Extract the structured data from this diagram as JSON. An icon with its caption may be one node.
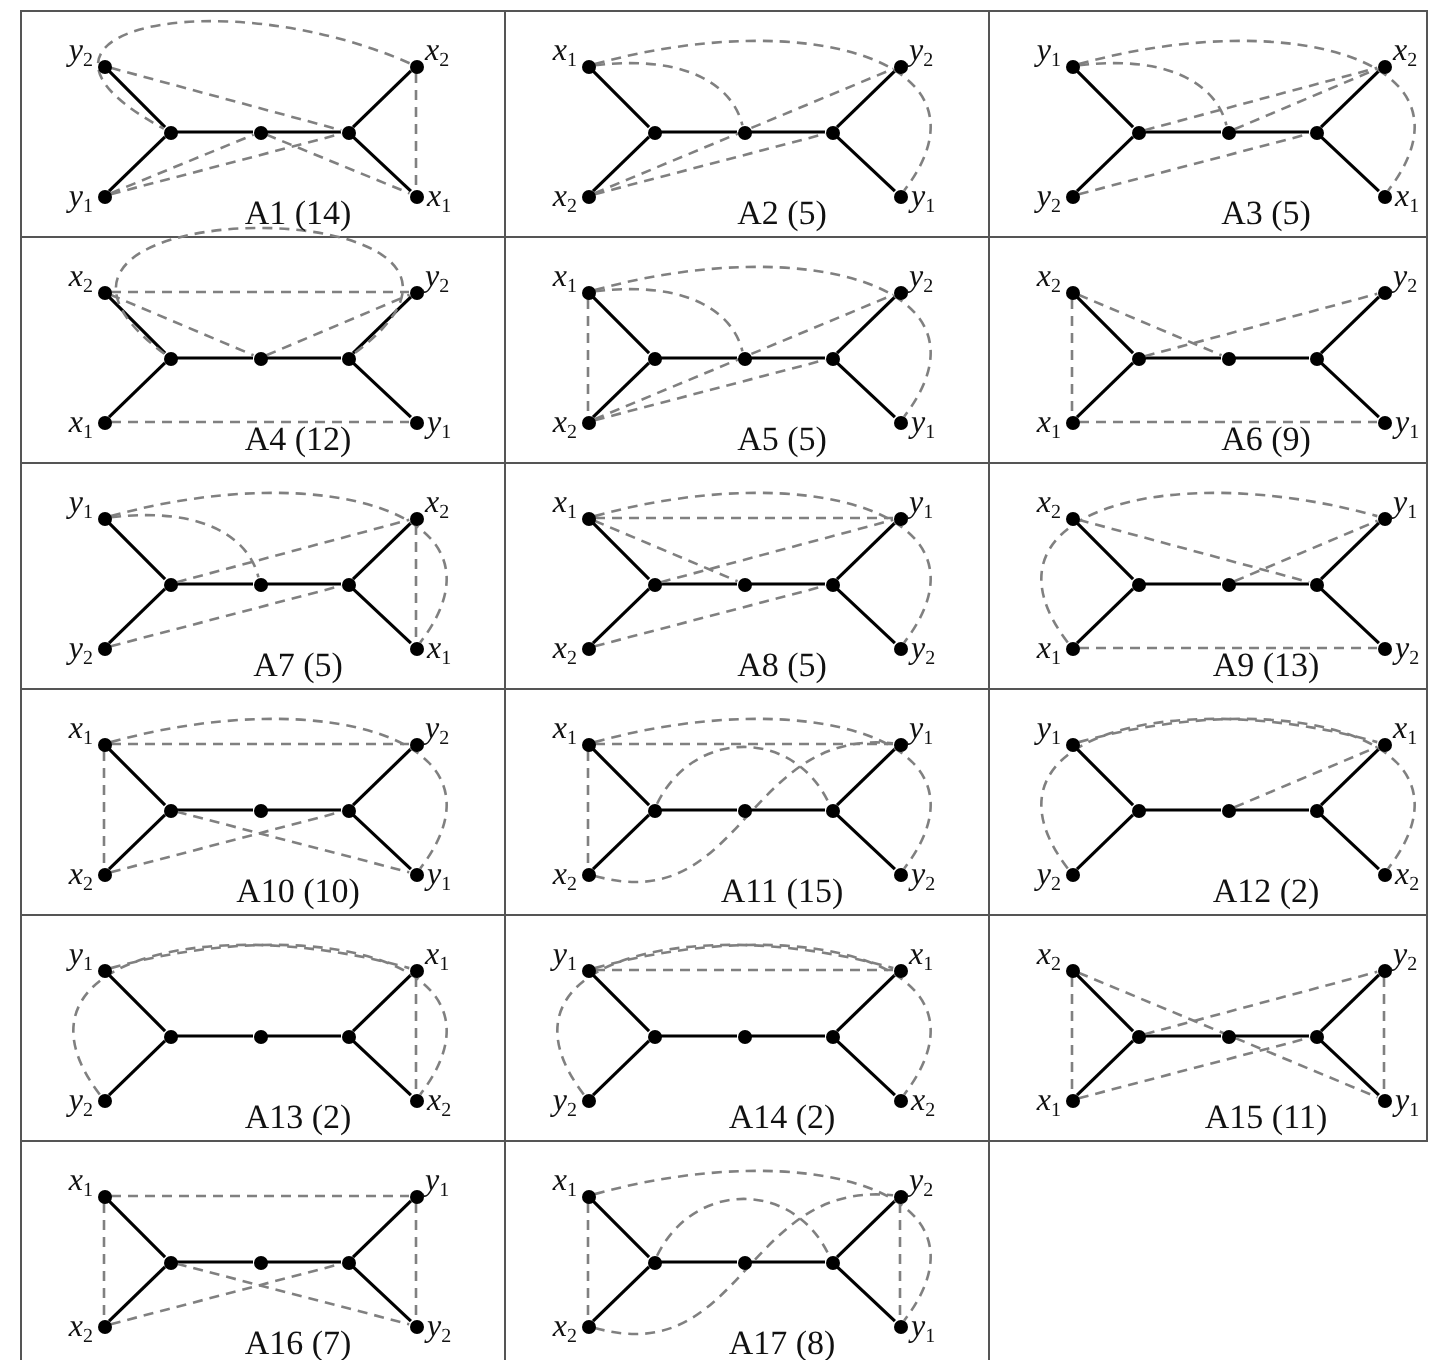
{
  "diagram": {
    "nodes": [
      {
        "text": [
          "A1 (14)"
        ]
      },
      {
        "text": [],
        "shape": "circle",
        "beside": [
          "y$_{2}$"
        ],
        "in": 0
      },
      {
        "text": [],
        "shape": "circle",
        "beside": [
          "y$_{1}$"
        ],
        "in": 0
      },
      {
        "text": [],
        "shape": "circle",
        "in": 0
      },
      {
        "text": [],
        "shape": "circle",
        "in": 0
      },
      {
        "text": [],
        "shape": "circle",
        "in": 0
      },
      {
        "text": [],
        "shape": "circle",
        "beside": [
          "x$_{2}$"
        ],
        "in": 0
      },
      {
        "text": [],
        "shape": "circle",
        "beside": [
          "x$_{1}$"
        ],
        "in": 0
      },
      {
        "text": [
          "A2 (5)"
        ]
      },
      {
        "text": [],
        "shape": "circle",
        "beside": [
          "x$_{1}$"
        ],
        "in": 8
      },
      {
        "text": [],
        "shape": "circle",
        "beside": [
          "x$_{2}$"
        ],
        "in": 8
      },
      {
        "text": [],
        "shape": "circle",
        "in": 8
      },
      {
        "text": [],
        "shape": "circle",
        "in": 8
      },
      {
        "text": [],
        "shape": "circle",
        "in": 8
      },
      {
        "text": [],
        "shape": "circle",
        "beside": [
          "y$_{2}$"
        ],
        "in": 8
      },
      {
        "text": [],
        "shape": "circle",
        "beside": [
          "y$_{1}$"
        ],
        "in": 8
      },
      {
        "text": [
          "A3 (5)"
        ]
      },
      {
        "text": [],
        "shape": "circle",
        "beside": [
          "y$_{1}$"
        ],
        "in": 16
      },
      {
        "text": [],
        "shape": "circle",
        "beside": [
          "y$_{2}$"
        ],
        "in": 16
      },
      {
        "text": [],
        "shape": "circle",
        "in": 16
      },
      {
        "text": [],
        "shape": "circle",
        "in": 16
      },
      {
        "text": [],
        "shape": "circle",
        "in": 16
      },
      {
        "text": [],
        "shape": "circle",
        "beside": [
          "x$_{2}$"
        ],
        "in": 16
      },
      {
        "text": [],
        "shape": "circle",
        "beside": [
          "x$_{1}$"
        ],
        "in": 16
      },
      {
        "text": [
          "A4 (12)"
        ]
      },
      {
        "text": [],
        "shape": "circle",
        "beside": [
          "x$_{2}$"
        ],
        "in": 24
      },
      {
        "text": [],
        "shape": "circle",
        "beside": [
          "x$_{1}$"
        ],
        "in": 24
      },
      {
        "text": [],
        "shape": "circle",
        "in": 24
      },
      {
        "text": [],
        "shape": "circle",
        "in": 24
      },
      {
        "text": [],
        "shape": "circle",
        "in": 24
      },
      {
        "text": [],
        "shape": "circle",
        "beside": [
          "y$_{2}$"
        ],
        "in": 24
      },
      {
        "text": [],
        "shape": "circle",
        "beside": [
          "y$_{1}$"
        ],
        "in": 24
      },
      {
        "text": [
          "A5 (5)"
        ]
      },
      {
        "text": [],
        "shape": "circle",
        "beside": [
          "x$_{1}$"
        ],
        "in": 32
      },
      {
        "text": [],
        "shape": "circle",
        "beside": [
          "x$_{2}$"
        ],
        "in": 32
      },
      {
        "text": [],
        "shape": "circle",
        "in": 32
      },
      {
        "text": [],
        "shape": "circle",
        "in": 32
      },
      {
        "text": [],
        "shape": "circle",
        "in": 32
      },
      {
        "text": [],
        "shape": "circle",
        "beside": [
          "y$_{2}$"
        ],
        "in": 32
      },
      {
        "text": [],
        "shape": "circle",
        "beside": [
          "y$_{1}$"
        ],
        "in": 32
      },
      {
        "text": [
          "A6 (9)"
        ]
      },
      {
        "text": [],
        "shape": "circle",
        "beside": [
          "x$_{2}$"
        ],
        "in": 40
      },
      {
        "text": [],
        "shape": "circle",
        "beside": [
          "x$_{1}$"
        ],
        "in": 40
      },
      {
        "text": [],
        "shape": "circle",
        "in": 40
      },
      {
        "text": [],
        "shape": "circle",
        "in": 40
      },
      {
        "text": [],
        "shape": "circle",
        "in": 40
      },
      {
        "text": [],
        "shape": "circle",
        "beside": [
          "y$_{2}$"
        ],
        "in": 40
      },
      {
        "text": [],
        "shape": "circle",
        "beside": [
          "y$_{1}$"
        ],
        "in": 40
      },
      {
        "text": [
          "A7 (5)"
        ]
      },
      {
        "text": [],
        "shape": "circle",
        "beside": [
          "y$_{1}$"
        ],
        "in": 48
      },
      {
        "text": [],
        "shape": "circle",
        "beside": [
          "y$_{2}$"
        ],
        "in": 48
      },
      {
        "text": [],
        "shape": "circle",
        "in": 48
      },
      {
        "text": [],
        "shape": "circle",
        "in": 48
      },
      {
        "text": [],
        "shape": "circle",
        "in": 48
      },
      {
        "text": [],
        "shape": "circle",
        "beside": [
          "x$_{2}$"
        ],
        "in": 48
      },
      {
        "text": [],
        "shape": "circle",
        "beside": [
          "x$_{1}$"
        ],
        "in": 48
      },
      {
        "text": [
          "A8 (5)"
        ]
      },
      {
        "text": [],
        "shape": "circle",
        "beside": [
          "x$_{1}$"
        ],
        "in": 56
      },
      {
        "text": [],
        "shape": "circle",
        "beside": [
          "x$_{2}$"
        ],
        "in": 56
      },
      {
        "text": [],
        "shape": "circle",
        "in": 56
      },
      {
        "text": [],
        "shape": "circle",
        "in": 56
      },
      {
        "text": [],
        "shape": "circle",
        "in": 56
      },
      {
        "text": [],
        "shape": "circle",
        "beside": [
          "y$_{1}$"
        ],
        "in": 56
      },
      {
        "text": [],
        "shape": "circle",
        "beside": [
          "y$_{2}$"
        ],
        "in": 56
      },
      {
        "text": [
          "A9 (13)"
        ]
      },
      {
        "text": [],
        "shape": "circle",
        "beside": [
          "x$_{2}$"
        ],
        "in": 64
      },
      {
        "text": [],
        "shape": "circle",
        "beside": [
          "x$_{1}$"
        ],
        "in": 64
      },
      {
        "text": [],
        "shape": "circle",
        "in": 64
      },
      {
        "text": [],
        "shape": "circle",
        "in": 64
      },
      {
        "text": [],
        "shape": "circle",
        "in": 64
      },
      {
        "text": [],
        "shape": "circle",
        "beside": [
          "y$_{1}$"
        ],
        "in": 64
      },
      {
        "text": [],
        "shape": "circle",
        "beside": [
          "y$_{2}$"
        ],
        "in": 64
      },
      {
        "text": [
          "A10 (10)"
        ]
      },
      {
        "text": [],
        "shape": "circle",
        "beside": [
          "x$_{1}$"
        ],
        "in": 72
      },
      {
        "text": [],
        "shape": "circle",
        "beside": [
          "x$_{2}$"
        ],
        "in": 72
      },
      {
        "text": [],
        "shape": "circle",
        "in": 72
      },
      {
        "text": [],
        "shape": "circle",
        "in": 72
      },
      {
        "text": [],
        "shape": "circle",
        "in": 72
      },
      {
        "text": [],
        "shape": "circle",
        "beside": [
          "y$_{2}$"
        ],
        "in": 72
      },
      {
        "text": [],
        "shape": "circle",
        "beside": [
          "y$_{1}$"
        ],
        "in": 72
      },
      {
        "text": [
          "A11 (15)"
        ]
      },
      {
        "text": [],
        "shape": "circle",
        "beside": [
          "x$_{1}$"
        ],
        "in": 80
      },
      {
        "text": [],
        "shape": "circle",
        "beside": [
          "x$_{2}$"
        ],
        "in": 80
      },
      {
        "text": [],
        "shape": "circle",
        "in": 80
      },
      {
        "text": [],
        "shape": "circle",
        "in": 80
      },
      {
        "text": [],
        "shape": "circle",
        "in": 80
      },
      {
        "text": [],
        "shape": "circle",
        "beside": [
          "y$_{1}$"
        ],
        "in": 80
      },
      {
        "text": [],
        "shape": "circle",
        "beside": [
          "y$_{2}$"
        ],
        "in": 80
      },
      {
        "text": [
          "A12 (2)"
        ]
      },
      {
        "text": [],
        "shape": "circle",
        "beside": [
          "y$_{1}$"
        ],
        "in": 88
      },
      {
        "text": [],
        "shape": "circle",
        "beside": [
          "y$_{2}$"
        ],
        "in": 88
      },
      {
        "text": [],
        "shape": "circle",
        "in": 88
      },
      {
        "text": [],
        "shape": "circle",
        "in": 88
      },
      {
        "text": [],
        "shape": "circle",
        "in": 88
      },
      {
        "text": [],
        "shape": "circle",
        "beside": [
          "x$_{1}$"
        ],
        "in": 88
      },
      {
        "text": [],
        "shape": "circle",
        "beside": [
          "x$_{2}$"
        ],
        "in": 88
      },
      {
        "text": [
          "A13 (2)"
        ]
      },
      {
        "text": [],
        "shape": "circle",
        "beside": [
          "y$_{1}$"
        ],
        "in": 96
      },
      {
        "text": [],
        "shape": "circle",
        "beside": [
          "y$_{2}$"
        ],
        "in": 96
      },
      {
        "text": [],
        "shape": "circle",
        "in": 96
      },
      {
        "text": [],
        "shape": "circle",
        "in": 96
      },
      {
        "text": [],
        "shape": "circle",
        "in": 96
      },
      {
        "text": [],
        "shape": "circle",
        "beside": [
          "x$_{1}$"
        ],
        "in": 96
      },
      {
        "text": [],
        "shape": "circle",
        "beside": [
          "x$_{2}$"
        ],
        "in": 96
      },
      {
        "text": [
          "A14 (2)"
        ]
      },
      {
        "text": [],
        "shape": "circle",
        "beside": [
          "y$_{1}$"
        ],
        "in": 104
      },
      {
        "text": [],
        "shape": "circle",
        "beside": [
          "y$_{2}$"
        ],
        "in": 104
      },
      {
        "text": [],
        "shape": "circle",
        "in": 104
      },
      {
        "text": [],
        "shape": "circle",
        "in": 104
      },
      {
        "text": [],
        "shape": "circle",
        "in": 104
      },
      {
        "text": [],
        "shape": "circle",
        "beside": [
          "x$_{1}$"
        ],
        "in": 104
      },
      {
        "text": [],
        "shape": "circle",
        "beside": [
          "x$_{2}$"
        ],
        "in": 104
      },
      {
        "text": [
          "A15 (11)"
        ]
      },
      {
        "text": [],
        "shape": "circle",
        "beside": [
          "x$_{2}$"
        ],
        "in": 112
      },
      {
        "text": [],
        "shape": "circle",
        "beside": [
          "x$_{1}$"
        ],
        "in": 112
      },
      {
        "text": [],
        "shape": "circle",
        "in": 112
      },
      {
        "text": [],
        "shape": "circle",
        "in": 112
      },
      {
        "text": [],
        "shape": "circle",
        "in": 112
      },
      {
        "text": [],
        "shape": "circle",
        "beside": [
          "y$_{2}$"
        ],
        "in": 112
      },
      {
        "text": [],
        "shape": "circle",
        "beside": [
          "y$_{1}$"
        ],
        "in": 112
      },
      {
        "text": [
          "A16 (7)"
        ]
      },
      {
        "text": [],
        "shape": "circle",
        "beside": [
          "x$_{1}$"
        ],
        "in": 120
      },
      {
        "text": [],
        "shape": "circle",
        "beside": [
          "x$_{2}$"
        ],
        "in": 120
      },
      {
        "text": [],
        "shape": "circle",
        "in": 120
      },
      {
        "text": [],
        "shape": "circle",
        "in": 120
      },
      {
        "text": [],
        "shape": "circle",
        "in": 120
      },
      {
        "text": [],
        "shape": "circle",
        "beside": [
          "y$_{1}$"
        ],
        "in": 120
      },
      {
        "text": [],
        "shape": "circle",
        "beside": [
          "y$_{2}$"
        ],
        "in": 120
      },
      {
        "text": [
          "A17 (8)"
        ]
      },
      {
        "text": [],
        "shape": "circle",
        "beside": [
          "x$_{1}$"
        ],
        "in": 128
      },
      {
        "text": [],
        "shape": "circle",
        "beside": [
          "x$_{2}$"
        ],
        "in": 128
      },
      {
        "text": [],
        "shape": "circle",
        "in": 128
      },
      {
        "text": [],
        "shape": "circle",
        "in": 128
      },
      {
        "text": [],
        "shape": "circle",
        "in": 128
      },
      {
        "text": [],
        "shape": "circle",
        "beside": [
          "y$_{2}$"
        ],
        "in": 128
      },
      {
        "text": [],
        "shape": "circle",
        "beside": [
          "y$_{1}$"
        ],
        "in": 128
      }
    ],
    "edges": [
      {
        "from": 1,
        "to": 3,
        "arrow": "none"
      },
      {
        "from": 2,
        "to": 3,
        "arrow": "none"
      },
      {
        "from": 3,
        "to": 4,
        "arrow": "none"
      },
      {
        "from": 4,
        "to": 5,
        "arrow": "none"
      },
      {
        "from": 5,
        "to": 6,
        "arrow": "none"
      },
      {
        "from": 5,
        "to": 7,
        "arrow": "none"
      },
      {
        "from": 6,
        "to": 3,
        "arrow": "none",
        "style": "dashed",
        "color": "#808080"
      },
      {
        "from": 1,
        "to": 5,
        "arrow": "none",
        "style": "dashed",
        "color": "#808080"
      },
      {
        "from": 2,
        "to": 4,
        "arrow": "none",
        "style": "dashed",
        "color": "#808080"
      },
      {
        "from": 2,
        "to": 5,
        "arrow": "none",
        "style": "dashed",
        "color": "#808080"
      },
      {
        "from": 4,
        "to": 7,
        "arrow": "none",
        "style": "dashed",
        "color": "#808080"
      },
      {
        "from": 6,
        "to": 7,
        "arrow": "none",
        "style": "dashed",
        "color": "#808080"
      },
      {
        "from": 9,
        "to": 11,
        "arrow": "none"
      },
      {
        "from": 10,
        "to": 11,
        "arrow": "none"
      },
      {
        "from": 11,
        "to": 12,
        "arrow": "none"
      },
      {
        "from": 12,
        "to": 13,
        "arrow": "none"
      },
      {
        "from": 13,
        "to": 14,
        "arrow": "none"
      },
      {
        "from": 13,
        "to": 15,
        "arrow": "none"
      },
      {
        "from": 9,
        "to": 15,
        "arrow": "none",
        "style": "dashed",
        "color": "#808080"
      },
      {
        "from": 9,
        "to": 12,
        "arrow": "none",
        "style": "dashed",
        "color": "#808080"
      },
      {
        "from": 10,
        "to": 13,
        "arrow": "none",
        "style": "dashed",
        "color": "#808080"
      },
      {
        "from": 10,
        "to": 14,
        "arrow": "none",
        "style": "dashed",
        "color": "#808080"
      },
      {
        "from": 17,
        "to": 19,
        "arrow": "none"
      },
      {
        "from": 18,
        "to": 19,
        "arrow": "none"
      },
      {
        "from": 19,
        "to": 20,
        "arrow": "none"
      },
      {
        "from": 20,
        "to": 21,
        "arrow": "none"
      },
      {
        "from": 21,
        "to": 22,
        "arrow": "none"
      },
      {
        "from": 21,
        "to": 23,
        "arrow": "none"
      },
      {
        "from": 17,
        "to": 23,
        "arrow": "none",
        "style": "dashed",
        "color": "#808080"
      },
      {
        "from": 17,
        "to": 20,
        "arrow": "none",
        "style": "dashed",
        "color": "#808080"
      },
      {
        "from": 19,
        "to": 22,
        "arrow": "none",
        "style": "dashed",
        "color": "#808080"
      },
      {
        "from": 20,
        "to": 22,
        "arrow": "none",
        "style": "dashed",
        "color": "#808080"
      },
      {
        "from": 18,
        "to": 21,
        "arrow": "none",
        "style": "dashed",
        "color": "#808080"
      },
      {
        "from": 25,
        "to": 27,
        "arrow": "none"
      },
      {
        "from": 26,
        "to": 27,
        "arrow": "none"
      },
      {
        "from": 27,
        "to": 28,
        "arrow": "none"
      },
      {
        "from": 28,
        "to": 29,
        "arrow": "none"
      },
      {
        "from": 29,
        "to": 30,
        "arrow": "none"
      },
      {
        "from": 29,
        "to": 31,
        "arrow": "none"
      },
      {
        "from": 27,
        "to": 29,
        "arrow": "none",
        "style": "dashed",
        "color": "#808080"
      },
      {
        "from": 25,
        "to": 30,
        "arrow": "none",
        "style": "dashed",
        "color": "#808080"
      },
      {
        "from": 25,
        "to": 28,
        "arrow": "none",
        "style": "dashed",
        "color": "#808080"
      },
      {
        "from": 28,
        "to": 30,
        "arrow": "none",
        "style": "dashed",
        "color": "#808080"
      },
      {
        "from": 26,
        "to": 31,
        "arrow": "none",
        "style": "dashed",
        "color": "#808080"
      },
      {
        "from": 33,
        "to": 35,
        "arrow": "none"
      },
      {
        "from": 34,
        "to": 35,
        "arrow": "none"
      },
      {
        "from": 35,
        "to": 36,
        "arrow": "none"
      },
      {
        "from": 36,
        "to": 37,
        "arrow": "none"
      },
      {
        "from": 37,
        "to": 38,
        "arrow": "none"
      },
      {
        "from": 37,
        "to": 39,
        "arrow": "none"
      },
      {
        "from": 33,
        "to": 39,
        "arrow": "none",
        "style": "dashed",
        "color": "#808080"
      },
      {
        "from": 33,
        "to": 36,
        "arrow": "none",
        "style": "dashed",
        "color": "#808080"
      },
      {
        "from": 34,
        "to": 37,
        "arrow": "none",
        "style": "dashed",
        "color": "#808080"
      },
      {
        "from": 34,
        "to": 38,
        "arrow": "none",
        "style": "dashed",
        "color": "#808080"
      },
      {
        "from": 33,
        "to": 34,
        "arrow": "none",
        "style": "dashed",
        "color": "#808080"
      },
      {
        "from": 41,
        "to": 43,
        "arrow": "none"
      },
      {
        "from": 42,
        "to": 43,
        "arrow": "none"
      },
      {
        "from": 43,
        "to": 44,
        "arrow": "none"
      },
      {
        "from": 44,
        "to": 45,
        "arrow": "none"
      },
      {
        "from": 45,
        "to": 46,
        "arrow": "none"
      },
      {
        "from": 45,
        "to": 47,
        "arrow": "none"
      },
      {
        "from": 41,
        "to": 42,
        "arrow": "none",
        "style": "dashed",
        "color": "#808080"
      },
      {
        "from": 41,
        "to": 44,
        "arrow": "none",
        "style": "dashed",
        "color": "#808080"
      },
      {
        "from": 43,
        "to": 46,
        "arrow": "none",
        "style": "dashed",
        "color": "#808080"
      },
      {
        "from": 42,
        "to": 47,
        "arrow": "none",
        "style": "dashed",
        "color": "#808080"
      },
      {
        "from": 49,
        "to": 51,
        "arrow": "none"
      },
      {
        "from": 50,
        "to": 51,
        "arrow": "none"
      },
      {
        "from": 51,
        "to": 52,
        "arrow": "none"
      },
      {
        "from": 52,
        "to": 53,
        "arrow": "none"
      },
      {
        "from": 53,
        "to": 54,
        "arrow": "none"
      },
      {
        "from": 53,
        "to": 55,
        "arrow": "none"
      },
      {
        "from": 49,
        "to": 55,
        "arrow": "none",
        "style": "dashed",
        "color": "#808080"
      },
      {
        "from": 49,
        "to": 52,
        "arrow": "none",
        "style": "dashed",
        "color": "#808080"
      },
      {
        "from": 50,
        "to": 53,
        "arrow": "none",
        "style": "dashed",
        "color": "#808080"
      },
      {
        "from": 51,
        "to": 54,
        "arrow": "none",
        "style": "dashed",
        "color": "#808080"
      },
      {
        "from": 54,
        "to": 55,
        "arrow": "none",
        "style": "dashed",
        "color": "#808080"
      },
      {
        "from": 57,
        "to": 59,
        "arrow": "none"
      },
      {
        "from": 58,
        "to": 59,
        "arrow": "none"
      },
      {
        "from": 59,
        "to": 60,
        "arrow": "none"
      },
      {
        "from": 60,
        "to": 61,
        "arrow": "none"
      },
      {
        "from": 61,
        "to": 62,
        "arrow": "none"
      },
      {
        "from": 61,
        "to": 63,
        "arrow": "none"
      },
      {
        "from": 57,
        "to": 63,
        "arrow": "none",
        "style": "dashed",
        "color": "#808080"
      },
      {
        "from": 57,
        "to": 62,
        "arrow": "none",
        "style": "dashed",
        "color": "#808080"
      },
      {
        "from": 57,
        "to": 60,
        "arrow": "none",
        "style": "dashed",
        "color": "#808080"
      },
      {
        "from": 59,
        "to": 62,
        "arrow": "none",
        "style": "dashed",
        "color": "#808080"
      },
      {
        "from": 58,
        "to": 61,
        "arrow": "none",
        "style": "dashed",
        "color": "#808080"
      },
      {
        "from": 65,
        "to": 67,
        "arrow": "none"
      },
      {
        "from": 66,
        "to": 67,
        "arrow": "none"
      },
      {
        "from": 67,
        "to": 68,
        "arrow": "none"
      },
      {
        "from": 68,
        "to": 69,
        "arrow": "none"
      },
      {
        "from": 69,
        "to": 70,
        "arrow": "none"
      },
      {
        "from": 69,
        "to": 71,
        "arrow": "none"
      },
      {
        "from": 66,
        "to": 70,
        "arrow": "none",
        "style": "dashed",
        "color": "#808080"
      },
      {
        "from": 65,
        "to": 69,
        "arrow": "none",
        "style": "dashed",
        "color": "#808080"
      },
      {
        "from": 68,
        "to": 70,
        "arrow": "none",
        "style": "dashed",
        "color": "#808080"
      },
      {
        "from": 66,
        "to": 71,
        "arrow": "none",
        "style": "dashed",
        "color": "#808080"
      },
      {
        "from": 73,
        "to": 75,
        "arrow": "none"
      },
      {
        "from": 74,
        "to": 75,
        "arrow": "none"
      },
      {
        "from": 75,
        "to": 76,
        "arrow": "none"
      },
      {
        "from": 76,
        "to": 77,
        "arrow": "none"
      },
      {
        "from": 77,
        "to": 78,
        "arrow": "none"
      },
      {
        "from": 77,
        "to": 79,
        "arrow": "none"
      },
      {
        "from": 73,
        "to": 79,
        "arrow": "none",
        "style": "dashed",
        "color": "#808080"
      },
      {
        "from": 73,
        "to": 78,
        "arrow": "none",
        "style": "dashed",
        "color": "#808080"
      },
      {
        "from": 73,
        "to": 74,
        "arrow": "none",
        "style": "dashed",
        "color": "#808080"
      },
      {
        "from": 75,
        "to": 79,
        "arrow": "none",
        "style": "dashed",
        "color": "#808080"
      },
      {
        "from": 74,
        "to": 77,
        "arrow": "none",
        "style": "dashed",
        "color": "#808080"
      },
      {
        "from": 81,
        "to": 83,
        "arrow": "none"
      },
      {
        "from": 82,
        "to": 83,
        "arrow": "none"
      },
      {
        "from": 83,
        "to": 84,
        "arrow": "none"
      },
      {
        "from": 84,
        "to": 85,
        "arrow": "none"
      },
      {
        "from": 85,
        "to": 86,
        "arrow": "none"
      },
      {
        "from": 85,
        "to": 87,
        "arrow": "none"
      },
      {
        "from": 81,
        "to": 87,
        "arrow": "none",
        "style": "dashed",
        "color": "#808080"
      },
      {
        "from": 81,
        "to": 86,
        "arrow": "none",
        "style": "dashed",
        "color": "#808080"
      },
      {
        "from": 81,
        "to": 82,
        "arrow": "none",
        "style": "dashed",
        "color": "#808080"
      },
      {
        "from": 83,
        "to": 85,
        "arrow": "none",
        "style": "dashed",
        "color": "#808080"
      },
      {
        "from": 82,
        "to": 86,
        "arrow": "none",
        "style": "dashed",
        "color": "#808080"
      },
      {
        "from": 89,
        "to": 91,
        "arrow": "none"
      },
      {
        "from": 90,
        "to": 91,
        "arrow": "none"
      },
      {
        "from": 91,
        "to": 92,
        "arrow": "none"
      },
      {
        "from": 92,
        "to": 93,
        "arrow": "none"
      },
      {
        "from": 93,
        "to": 94,
        "arrow": "none"
      },
      {
        "from": 93,
        "to": 95,
        "arrow": "none"
      },
      {
        "from": 90,
        "to": 94,
        "arrow": "none",
        "style": "dashed",
        "color": "#808080"
      },
      {
        "from": 89,
        "to": 95,
        "arrow": "none",
        "style": "dashed",
        "color": "#808080"
      },
      {
        "from": 92,
        "to": 94,
        "arrow": "none",
        "style": "dashed",
        "color": "#808080"
      },
      {
        "from": 97,
        "to": 99,
        "arrow": "none"
      },
      {
        "from": 98,
        "to": 99,
        "arrow": "none"
      },
      {
        "from": 99,
        "to": 100,
        "arrow": "none"
      },
      {
        "from": 100,
        "to": 101,
        "arrow": "none"
      },
      {
        "from": 101,
        "to": 102,
        "arrow": "none"
      },
      {
        "from": 101,
        "to": 103,
        "arrow": "none"
      },
      {
        "from": 98,
        "to": 102,
        "arrow": "none",
        "style": "dashed",
        "color": "#808080"
      },
      {
        "from": 97,
        "to": 103,
        "arrow": "none",
        "style": "dashed",
        "color": "#808080"
      },
      {
        "from": 102,
        "to": 103,
        "arrow": "none",
        "style": "dashed",
        "color": "#808080"
      },
      {
        "from": 105,
        "to": 107,
        "arrow": "none"
      },
      {
        "from": 106,
        "to": 107,
        "arrow": "none"
      },
      {
        "from": 107,
        "to": 108,
        "arrow": "none"
      },
      {
        "from": 108,
        "to": 109,
        "arrow": "none"
      },
      {
        "from": 109,
        "to": 110,
        "arrow": "none"
      },
      {
        "from": 109,
        "to": 111,
        "arrow": "none"
      },
      {
        "from": 106,
        "to": 110,
        "arrow": "none",
        "style": "dashed",
        "color": "#808080"
      },
      {
        "from": 105,
        "to": 111,
        "arrow": "none",
        "style": "dashed",
        "color": "#808080"
      },
      {
        "from": 105,
        "to": 110,
        "arrow": "none",
        "style": "dashed",
        "color": "#808080"
      },
      {
        "from": 113,
        "to": 115,
        "arrow": "none"
      },
      {
        "from": 114,
        "to": 115,
        "arrow": "none"
      },
      {
        "from": 115,
        "to": 116,
        "arrow": "none"
      },
      {
        "from": 116,
        "to": 117,
        "arrow": "none"
      },
      {
        "from": 117,
        "to": 118,
        "arrow": "none"
      },
      {
        "from": 117,
        "to": 119,
        "arrow": "none"
      },
      {
        "from": 113,
        "to": 114,
        "arrow": "none",
        "style": "dashed",
        "color": "#808080"
      },
      {
        "from": 118,
        "to": 119,
        "arrow": "none",
        "style": "dashed",
        "color": "#808080"
      },
      {
        "from": 113,
        "to": 119,
        "arrow": "none",
        "style": "dashed",
        "color": "#808080"
      },
      {
        "from": 115,
        "to": 118,
        "arrow": "none",
        "style": "dashed",
        "color": "#808080"
      },
      {
        "from": 114,
        "to": 117,
        "arrow": "none",
        "style": "dashed",
        "color": "#808080"
      },
      {
        "from": 121,
        "to": 123,
        "arrow": "none"
      },
      {
        "from": 122,
        "to": 123,
        "arrow": "none"
      },
      {
        "from": 123,
        "to": 124,
        "arrow": "none"
      },
      {
        "from": 124,
        "to": 125,
        "arrow": "none"
      },
      {
        "from": 125,
        "to": 126,
        "arrow": "none"
      },
      {
        "from": 125,
        "to": 127,
        "arrow": "none"
      },
      {
        "from": 121,
        "to": 126,
        "arrow": "none",
        "style": "dashed",
        "color": "#808080"
      },
      {
        "from": 121,
        "to": 122,
        "arrow": "none",
        "style": "dashed",
        "color": "#808080"
      },
      {
        "from": 126,
        "to": 127,
        "arrow": "none",
        "style": "dashed",
        "color": "#808080"
      },
      {
        "from": 123,
        "to": 127,
        "arrow": "none",
        "style": "dashed",
        "color": "#808080"
      },
      {
        "from": 122,
        "to": 125,
        "arrow": "none",
        "style": "dashed",
        "color": "#808080"
      },
      {
        "from": 129,
        "to": 131,
        "arrow": "none"
      },
      {
        "from": 130,
        "to": 131,
        "arrow": "none"
      },
      {
        "from": 131,
        "to": 132,
        "arrow": "none"
      },
      {
        "from": 132,
        "to": 133,
        "arrow": "none"
      },
      {
        "from": 133,
        "to": 134,
        "arrow": "none"
      },
      {
        "from": 133,
        "to": 135,
        "arrow": "none"
      },
      {
        "from": 129,
        "to": 135,
        "arrow": "none",
        "style": "dashed",
        "color": "#808080"
      },
      {
        "from": 129,
        "to": 130,
        "arrow": "none",
        "style": "dashed",
        "color": "#808080"
      },
      {
        "from": 134,
        "to": 135,
        "arrow": "none",
        "style": "dashed",
        "color": "#808080"
      },
      {
        "from": 131,
        "to": 133,
        "arrow": "none",
        "style": "dashed",
        "color": "#808080"
      },
      {
        "from": 130,
        "to": 134,
        "arrow": "none",
        "style": "dashed",
        "color": "#808080"
      }
    ]
  }
}
